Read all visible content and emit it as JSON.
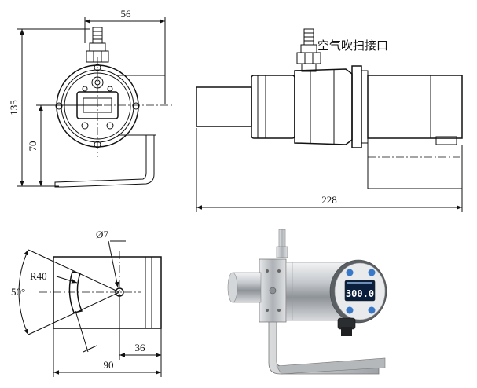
{
  "dimensions": {
    "width_top": "56",
    "height_total": "135",
    "height_mount": "70",
    "length_total": "228",
    "hole_dia": "Ø7",
    "slot_radius": "R40",
    "slot_angle": "50°",
    "hole_offset": "36",
    "bracket_width": "90"
  },
  "labels": {
    "air_purge_port": "空气吹扫接口"
  },
  "display": {
    "reading": "300.0"
  },
  "colors": {
    "line": "#111111",
    "steel": "#c9ccd0",
    "screen": "#0a1f3c",
    "screen_text": "#ffffff",
    "button": "#3a78c8"
  }
}
